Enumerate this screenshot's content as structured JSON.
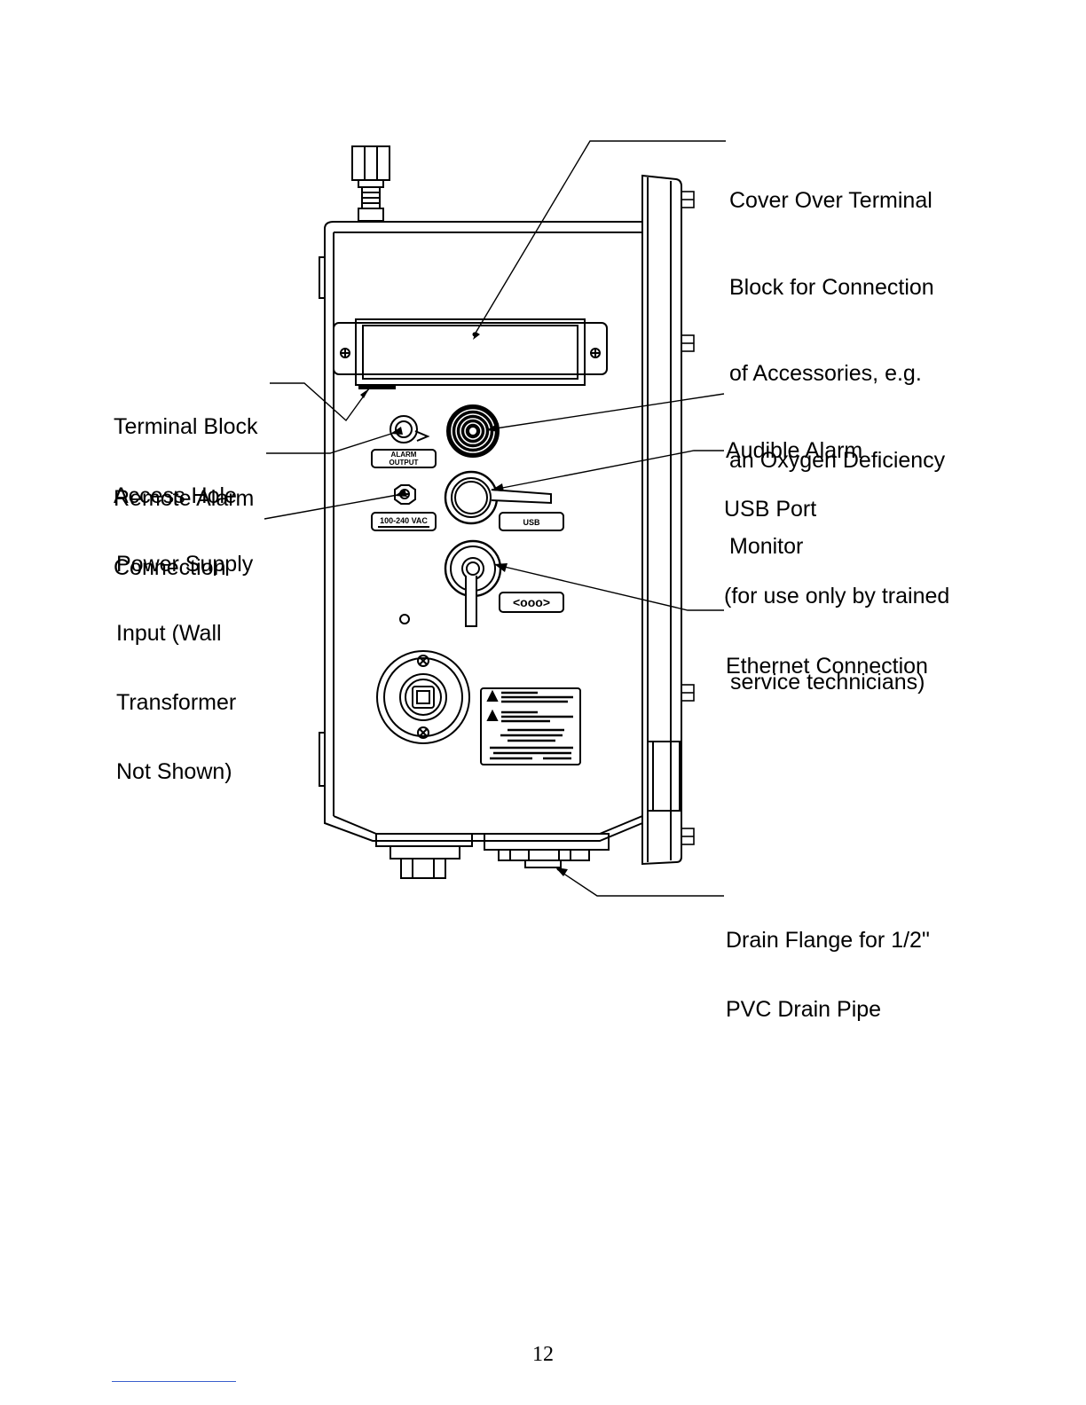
{
  "callouts": {
    "cover_terminal_block": [
      "Cover Over Terminal",
      "Block for Connection",
      "of Accessories, e.g.",
      "an Oxygen Deficiency",
      "Monitor"
    ],
    "terminal_block_access_hole": [
      "Terminal Block",
      "Access Hole"
    ],
    "audible_alarm": [
      "Audible Alarm"
    ],
    "remote_alarm_connection": [
      "Remote Alarm",
      "Connection"
    ],
    "usb_port": [
      "USB Port",
      "(for use only by trained",
      " service technicians)"
    ],
    "power_supply_input": [
      "Power Supply",
      "Input (Wall",
      "Transformer",
      "Not Shown)"
    ],
    "ethernet_connection": [
      "Ethernet Connection"
    ],
    "drain_flange": [
      "Drain Flange for 1/2\"",
      "PVC Drain Pipe"
    ]
  },
  "panel_labels": {
    "alarm_output": [
      "ALARM",
      "OUTPUT"
    ],
    "power_rating": "100-240 VAC",
    "usb": "USB",
    "ethernet": "<ooo>"
  },
  "page_number": "12"
}
